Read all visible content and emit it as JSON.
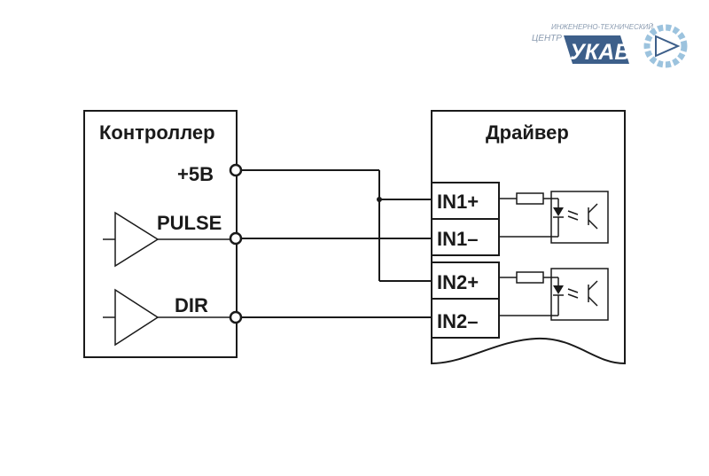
{
  "logo": {
    "caption": "ИНЖЕНЕРНО-ТЕХНИЧЕСКИЙ",
    "center_word": "ЦЕНТР",
    "brand": "УКАВТ",
    "colors": {
      "primary": "#3d5f8a",
      "accent": "#9cc3de"
    }
  },
  "controller": {
    "title": "Контроллер",
    "pins": [
      {
        "label": "+5В"
      },
      {
        "label": "PULSE"
      },
      {
        "label": "DIR"
      }
    ]
  },
  "driver": {
    "title": "Драйвер",
    "inputs": [
      {
        "label": "IN1+"
      },
      {
        "label": "IN1–"
      },
      {
        "label": "IN2+"
      },
      {
        "label": "IN2–"
      }
    ]
  }
}
